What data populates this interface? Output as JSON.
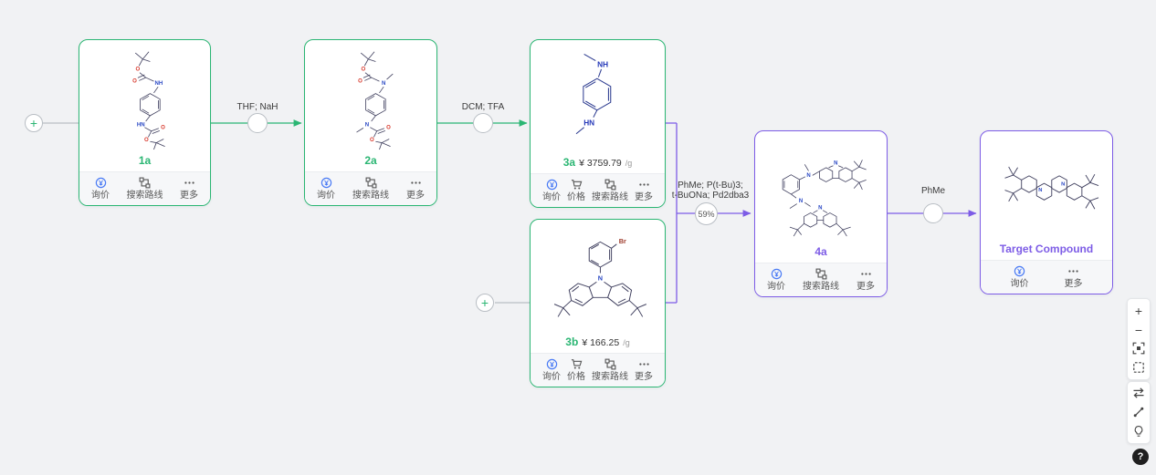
{
  "palette": {
    "background": "#f1f2f4",
    "available_green": "#2bb673",
    "route_purple": "#7d5ce6",
    "connector_gray": "#b9bec4",
    "inquiry_blue": "#4a7bf5"
  },
  "start_nodes": {
    "plus1": "+",
    "plus2": "+"
  },
  "cards": {
    "c1a": {
      "label": "1a",
      "actions": {
        "inquiry": "询价",
        "route": "搜索路线",
        "more": "更多"
      }
    },
    "c2a": {
      "label": "2a",
      "actions": {
        "inquiry": "询价",
        "route": "搜索路线",
        "more": "更多"
      }
    },
    "c3a": {
      "label": "3a",
      "price": "¥ 3759.79",
      "unit": "/g",
      "actions": {
        "inquiry": "询价",
        "price": "价格",
        "route": "搜索路线",
        "more": "更多"
      }
    },
    "c3b": {
      "label": "3b",
      "price": "¥ 166.25",
      "unit": "/g",
      "actions": {
        "inquiry": "询价",
        "price": "价格",
        "route": "搜索路线",
        "more": "更多"
      }
    },
    "c4a": {
      "label": "4a",
      "actions": {
        "inquiry": "询价",
        "route": "搜索路线",
        "more": "更多"
      }
    },
    "target": {
      "label": "Target Compound",
      "actions": {
        "inquiry": "询价",
        "more": "更多"
      }
    }
  },
  "reactions": {
    "r1": {
      "conditions": "THF; NaH"
    },
    "r2": {
      "conditions": "DCM; TFA"
    },
    "r3": {
      "conditions_line1": "PhMe; P(t-Bu)3;",
      "conditions_line2": "t-BuONa; Pd2dba3",
      "yield": "59%"
    },
    "r4": {
      "conditions": "PhMe"
    }
  },
  "molecules": {
    "m1a": {
      "atom_labels": [
        "O",
        "O",
        "NH",
        "HN",
        "O",
        "O"
      ]
    },
    "m2a": {
      "atom_labels": [
        "O",
        "O",
        "N",
        "N",
        "O",
        "O"
      ]
    },
    "m3a": {
      "atom_labels": [
        "NH",
        "HN"
      ]
    },
    "m3b": {
      "atom_labels": [
        "Br",
        "N"
      ]
    },
    "m4a": {
      "atom_labels": [
        "N",
        "N",
        "N",
        "N"
      ]
    },
    "mtarget": {
      "atom_labels": [
        "N",
        "N"
      ]
    }
  },
  "toolbar": {
    "zoom_in": "+",
    "zoom_out": "−"
  },
  "help_button": "?"
}
